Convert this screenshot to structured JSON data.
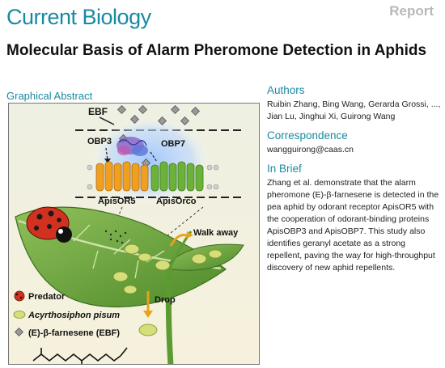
{
  "header": {
    "journal": "Current Biology",
    "article_type": "Report",
    "title": "Molecular Basis of Alarm Pheromone Detection in Aphids"
  },
  "graphical_abstract": {
    "label": "Graphical Abstract",
    "ebf": "EBF",
    "obp3": "OBP3",
    "obp7": "OBP7",
    "or5": "ApisOR5",
    "orco": "ApisOrco",
    "walk_away": "Walk away",
    "drop": "Drop",
    "legend": {
      "predator": "Predator",
      "aphid": "Acyrthosiphon pisum",
      "ebf": "(E)-β-farnesene (EBF)"
    },
    "colors": {
      "or5": "#f0a020",
      "orco": "#6cb23a",
      "leaf": "#5c9a32",
      "ladybug": "#d2311f",
      "background": "#f3eed9"
    }
  },
  "sidebar": {
    "authors_head": "Authors",
    "authors": "Ruibin Zhang, Bing Wang, Gerarda Grossi, ..., Jian Lu, Jinghui Xi, Guirong Wang",
    "correspondence_head": "Correspondence",
    "email": "wangguirong@caas.cn",
    "brief_head": "In Brief",
    "brief": "Zhang et al. demonstrate that the alarm pheromone (E)-β-farnesene is detected in the pea aphid by odorant receptor ApisOR5 with the cooperation of odorant-binding proteins ApisOBP3 and ApisOBP7. This study also identifies geranyl acetate as a strong repellent, paving the way for high-throughput discovery of new aphid repellents."
  }
}
